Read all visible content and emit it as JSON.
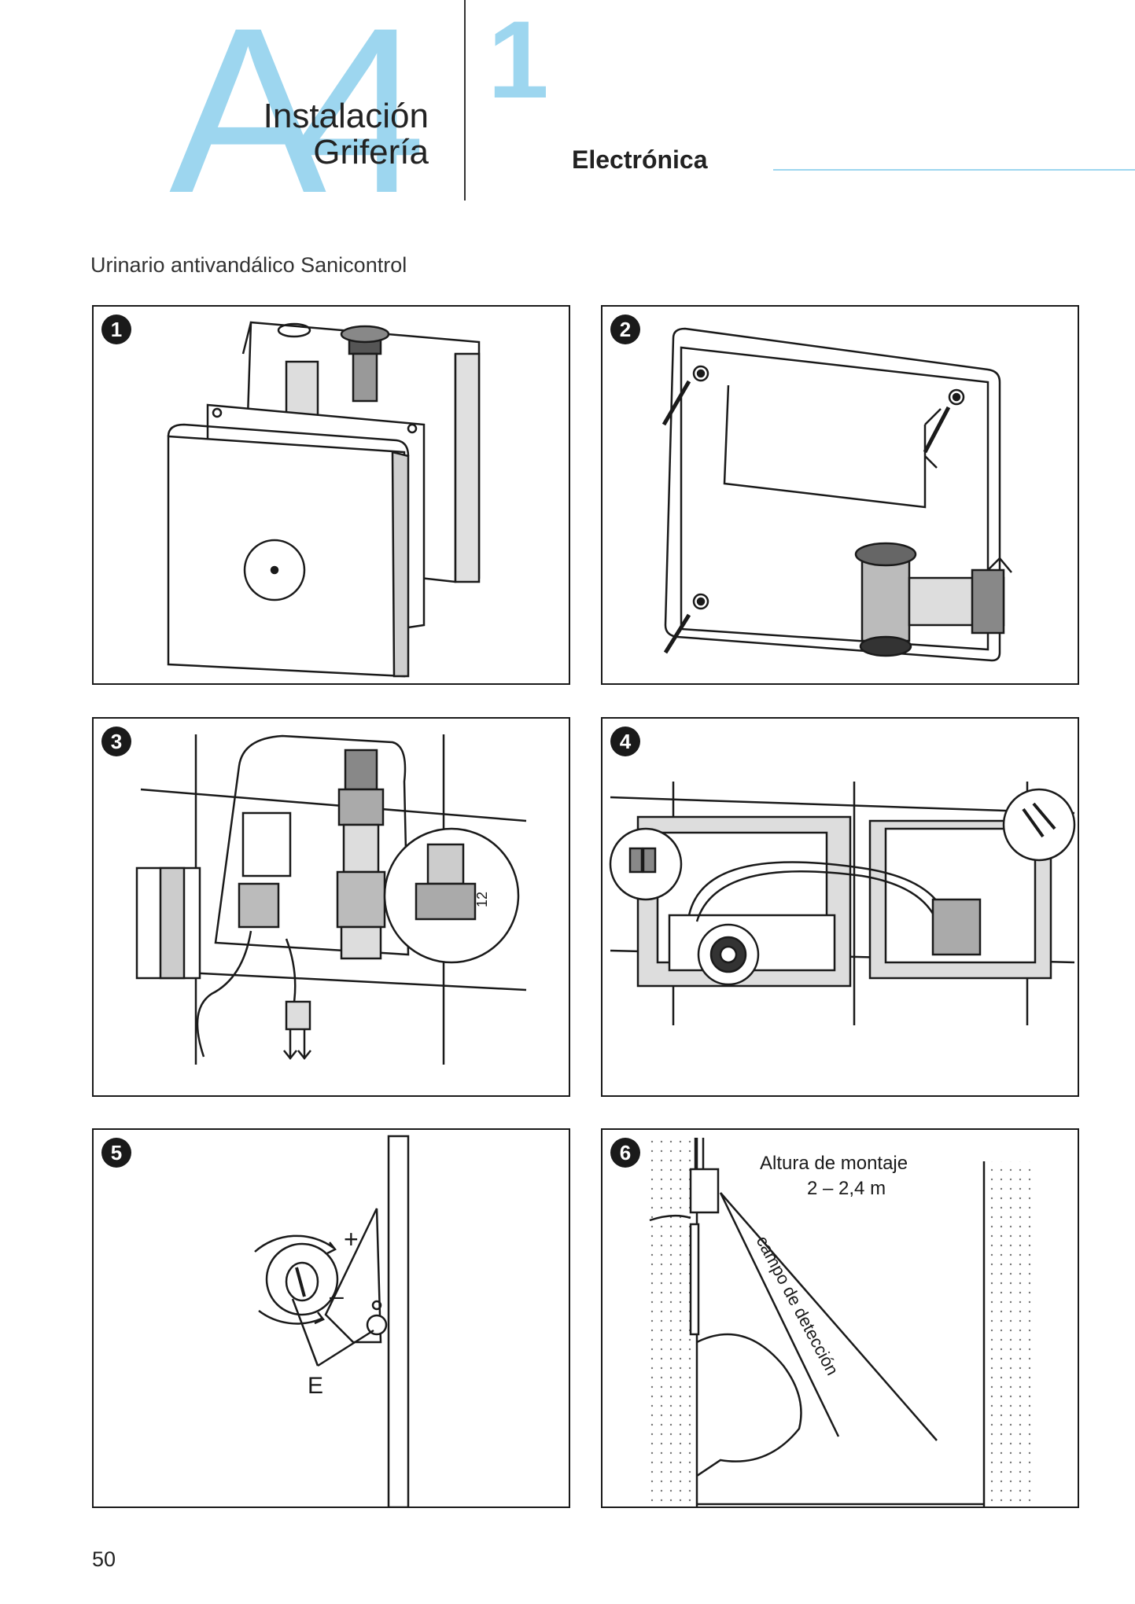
{
  "header": {
    "section_letter": "A4",
    "title_line1": "Instalación",
    "title_line2": "Grifería",
    "chapter_number": "1",
    "subtitle": "Electrónica"
  },
  "product_title": "Urinario antivandálico Sanicontrol",
  "steps": [
    {
      "number": "1"
    },
    {
      "number": "2"
    },
    {
      "number": "3"
    },
    {
      "number": "4"
    },
    {
      "number": "5",
      "labels": {
        "plus": "+",
        "minus": "–",
        "e": "E"
      }
    },
    {
      "number": "6",
      "labels": {
        "height_line1": "Altura de montaje",
        "height_line2": "2 – 2,4 m",
        "field": "campo de detección"
      }
    }
  ],
  "page_number": "50",
  "colors": {
    "accent": "#9dd6ef",
    "ink": "#1a1a1a"
  }
}
